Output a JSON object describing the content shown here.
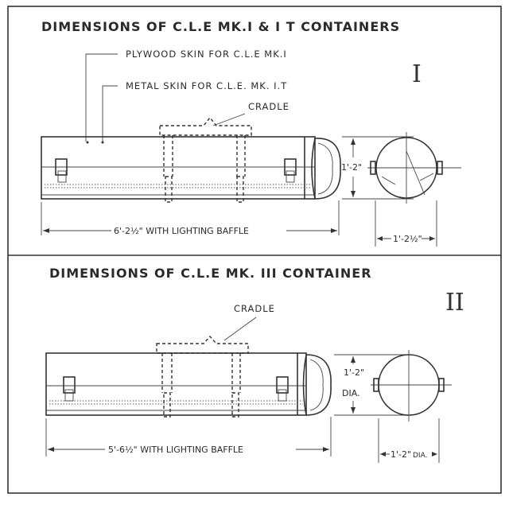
{
  "panel1": {
    "title": "DIMENSIONS OF C.L.E MK.I & I T CONTAINERS",
    "roman": "I",
    "plywood_label": "PLYWOOD SKIN FOR C.L.E MK.I",
    "metal_label": "METAL SKIN FOR C.L.E. MK. I.T",
    "cradle_label": "CRADLE",
    "length_label": "6'-2½\" WITH LIGHTING BAFFLE",
    "height_label": "1'-2\"",
    "diameter_label": "1'-2½\""
  },
  "panel2": {
    "title": "DIMENSIONS OF C.L.E MK. III CONTAINER",
    "roman": "II",
    "cradle_label": "CRADLE",
    "length_label": "5'-6½\" WITH LIGHTING BAFFLE",
    "height_label": "1'-2\"",
    "height_unit": "DIA.",
    "diameter_label": "1'-2\"",
    "diameter_unit": "DIA."
  }
}
